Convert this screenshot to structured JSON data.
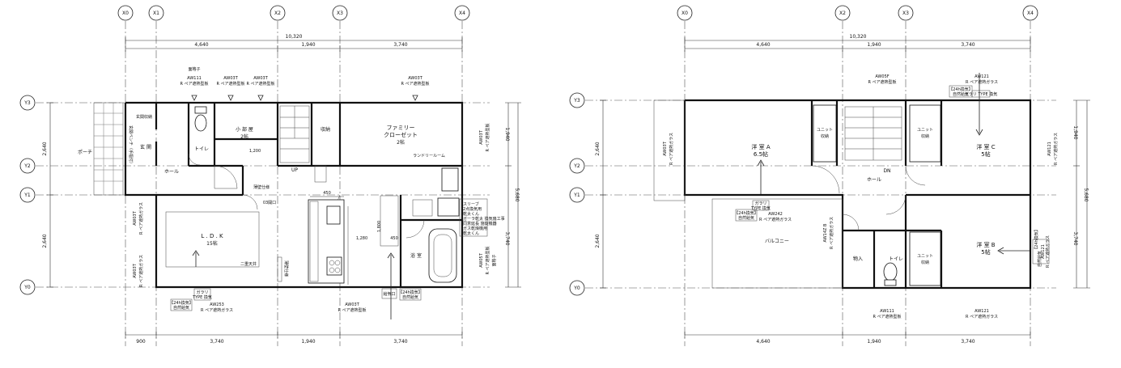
{
  "axes": {
    "first": {
      "x": [
        "X0",
        "X1",
        "X2",
        "X3",
        "X4"
      ],
      "y": [
        "Y3",
        "Y2",
        "Y1",
        "Y0"
      ]
    },
    "second": {
      "x": [
        "X0",
        "X2",
        "X3",
        "X4"
      ],
      "y": [
        "Y3",
        "Y2",
        "Y1",
        "Y0"
      ]
    }
  },
  "first_floor": {
    "dims_top": {
      "total": "10,320",
      "seg1": "4,640",
      "seg2": "1,940",
      "seg3": "3,740"
    },
    "dims_bottom": {
      "seg0": "900",
      "seg1": "3,740",
      "seg2": "1,940",
      "seg3": "3,740"
    },
    "dims_left": {
      "upper": "2,640",
      "lower": "2,640"
    },
    "dims_right": {
      "upper": "1,940",
      "total": "5,680",
      "lower": "3,740"
    },
    "windows_top": {
      "w1_note": "面格子",
      "w1_code": "AW111",
      "w1_spec": "R ペア遮熱型板",
      "w2_code": "AW03T",
      "w2_spec": "R ペア遮熱型板",
      "w3_code": "AW03T",
      "w3_spec": "R ペア遮熱型板",
      "w4_code": "AW03T",
      "w4_spec": "R ペア遮熱型板"
    },
    "rooms": {
      "porch": "ポーチ",
      "genkan": "玄 関",
      "genkan_storage": "玄関収納",
      "genkan_bench": "玄関ベンチ（手摺付）",
      "hall": "ホール",
      "toilet": "トイレ",
      "small_room": "小 部 屋",
      "small_room_size": "2帖",
      "storage": "収納",
      "family_closet": "ファミリー",
      "family_closet2": "クローゼット",
      "family_closet_size": "2帖",
      "laundry": "ランドリールーム",
      "ldk": "L . D . K",
      "ldk_size": "15帖",
      "bath": "浴 室",
      "up_label": "UP",
      "dim_1200": "1,200",
      "dim_450": "450",
      "dim_1800": "1,800",
      "dim_1280": "1,280",
      "dim_450b": "450",
      "wall_note": "薄壁仕様",
      "opening_note": "03開口",
      "ceiling_note": "二重天井",
      "wall_note2": "薄壁仕様"
    },
    "equipment": {
      "sleeve": "スリーブ",
      "sleeve_detail": "2点換気用",
      "sleeve_detail2": "乾太くん",
      "note1": "ガーラ乾太 換気扇工事",
      "note2": "同意延長 施錠機器",
      "note3": "ガス乾燥機用",
      "note4": "乾太くん"
    },
    "windows_left": {
      "upper_code": "AW03T",
      "upper_spec": "R ペア遮熱ガラス",
      "lower_code": "AW03T",
      "lower_spec": "R ペア遮熱ガラス"
    },
    "windows_right": {
      "upper_code": "AW03T",
      "upper_spec": "R ペア遮熱型板",
      "lower_code": "AW05T",
      "lower_spec": "R ペア遮熱型板",
      "lower_note": "面格子"
    },
    "windows_bottom": {
      "w1_code": "AW253",
      "w1_spec": "R ペア遮熱ガラス",
      "w1_tag1": "ガラリ",
      "w1_tag2": "TYPE 換気",
      "w1_vent1": "【24h換気】",
      "w1_vent2": "自然給気",
      "w2_code": "AW03T",
      "w2_spec": "R ペア遮熱型板",
      "w2_vent1": "【24h換気】",
      "w2_vent2": "自然給気",
      "w2_tag": "給気口"
    }
  },
  "second_floor": {
    "dims_top": {
      "total": "10,320",
      "seg1": "4,640",
      "seg2": "1,940",
      "seg3": "3,740"
    },
    "dims_bottom": {
      "seg1": "4,640",
      "seg2": "1,940",
      "seg3": "3,740"
    },
    "dims_left": {
      "upper": "2,640",
      "lower": "2,640"
    },
    "dims_right": {
      "upper": "1,940",
      "total": "5,680",
      "lower": "3,740"
    },
    "windows_top": {
      "w1_code": "AW05F",
      "w1_spec": "R ペア遮熱型板",
      "w2_code": "AW121",
      "w2_spec": "R ペア遮熱ガラス",
      "w2_tag": "ガラリ TYPE 換気",
      "w2_vent1": "【24h換気】",
      "w2_vent2": "自然給気"
    },
    "rooms": {
      "room_a": "洋 室 A",
      "room_a_size": "6.5帖",
      "room_c": "洋 室 C",
      "room_c_size": "5帖",
      "room_b": "洋 室 B",
      "room_b_size": "5帖",
      "hall": "ホール",
      "balcony": "バルコニー",
      "storage": "物入",
      "toilet": "トイレ",
      "dn_label": "DN",
      "unit_a": "ユニット",
      "unit_a2": "収納",
      "unit_c": "ユニット",
      "unit_c2": "収納",
      "unit_b": "ユニット",
      "unit_b2": "収納"
    },
    "windows_left": {
      "code": "AW03T",
      "spec": "R ペア遮熱ガラス"
    },
    "windows_mid": {
      "tag": "ガラリ",
      "tag2": "TYPE 換気",
      "vent1": "【24h換気】",
      "vent2": "自然給気",
      "code": "AW242",
      "spec": "R ペア遮熱ガラス",
      "v_code": "AW14Z B",
      "v_spec": "R ペア遮熱ガラス"
    },
    "windows_right": {
      "upper_code": "AW121",
      "upper_spec": "R ペア遮熱ガラス",
      "lower_code": "AW121",
      "lower_spec": "R ペア遮熱ガラス",
      "vent1": "【24h換気】",
      "vent2": "自然給気"
    },
    "windows_bottom": {
      "w1_code": "AW111",
      "w1_spec": "R ペア遮熱型板",
      "w2_code": "AW121",
      "w2_spec": "R ペア遮熱ガラス"
    }
  }
}
